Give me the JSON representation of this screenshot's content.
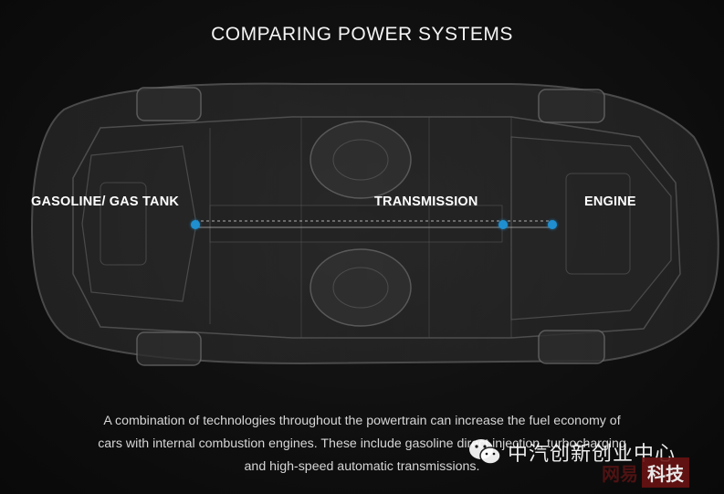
{
  "title": "COMPARING POWER SYSTEMS",
  "labels": {
    "gas_tank": "GASOLINE/ GAS TANK",
    "transmission": "TRANSMISSION",
    "engine": "ENGINE"
  },
  "description": {
    "line1": "A combination of technologies throughout the powertrain can increase the fuel economy of",
    "line2": "cars with internal combustion engines. These include gasoline direct injection, turbocharging",
    "line3": "and high-speed automatic transmissions."
  },
  "watermark": {
    "text": "中汽创新创业中心",
    "stamp_left": "网易",
    "stamp_right": "科技"
  },
  "colors": {
    "accent": "#1f8fd0",
    "background": "#111111",
    "text": "#ffffff"
  },
  "icons": {
    "watermark_icon": "wechat-icon"
  }
}
